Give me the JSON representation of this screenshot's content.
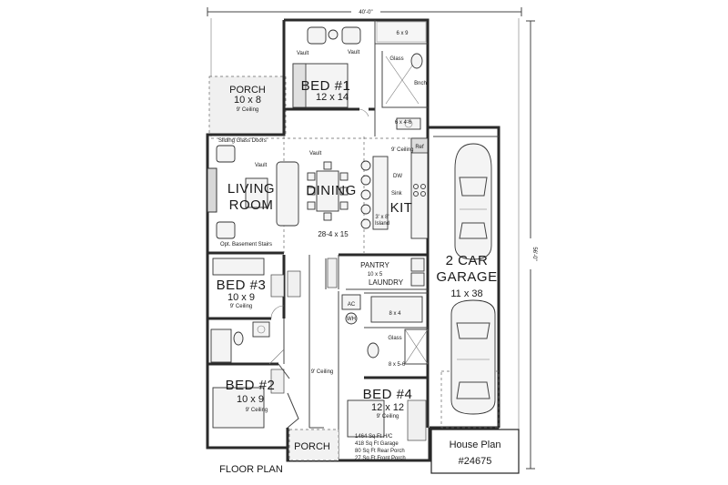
{
  "dimensions": {
    "width_label": "40'-0\"",
    "depth_label": "56'-0\""
  },
  "rooms": {
    "porch_rear": {
      "name": "PORCH",
      "size": "10 x 8",
      "ceiling": "9' Ceiling"
    },
    "bed1": {
      "name": "BED #1",
      "size": "12 x 14",
      "vault1": "Vault",
      "vault2": "Vault"
    },
    "master_closet": {
      "size": "6 x 9"
    },
    "master_bath": {
      "glass": "Glass",
      "bnch": "Bnch",
      "size": "6 x 4-6"
    },
    "living": {
      "name_line1": "LIVING",
      "name_line2": "ROOM",
      "sliding": "Sliding Glass Doors",
      "vault": "Vault",
      "stairs": "Opt. Basement Stairs"
    },
    "dining": {
      "name": "DINING",
      "size": "28-4 x 15",
      "vault": "Vault"
    },
    "kitchen": {
      "name": "KIT",
      "ceiling": "9' Ceiling",
      "ref": "Ref",
      "dw": "DW",
      "sink": "Sink",
      "island_size": "3' x 8'",
      "island": "Island"
    },
    "garage": {
      "name_line1": "2 CAR",
      "name_line2": "GARAGE",
      "size": "11 x 38"
    },
    "pantry": {
      "name": "PANTRY",
      "size": "10 x 5",
      "laundry": "LAUNDRY"
    },
    "bed3": {
      "name": "BED #3",
      "size": "10 x 9",
      "ceiling": "9' Ceiling"
    },
    "hall": {
      "ac": "AC",
      "wh": "WH",
      "ceiling": "9' Ceiling"
    },
    "bath2": {
      "size": "8 x 4",
      "glass": "Glass",
      "size2": "8 x 5-6"
    },
    "bed2": {
      "name": "BED #2",
      "size": "10 x 9",
      "ceiling": "9' Ceiling"
    },
    "bed4": {
      "name": "BED #4",
      "size": "12 x 12",
      "ceiling": "9' Ceiling"
    },
    "porch_front": {
      "name": "PORCH"
    }
  },
  "stats": [
    "1464 Sq Ft H/C",
    "418 Sq Ft Garage",
    "80 Sq Ft Rear Porch",
    "27 Sq Ft Front Porch"
  ],
  "title_block": {
    "line1": "House Plan",
    "line2": "#24675"
  },
  "plan_label": "FLOOR PLAN"
}
